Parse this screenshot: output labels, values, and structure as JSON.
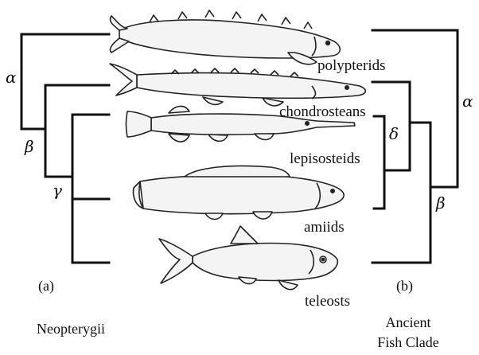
{
  "taxa": {
    "polypterids": "polypterids",
    "chondrosteans": "chondrosteans",
    "lepisosteids": "lepisosteids",
    "amiids": "amiids",
    "teleosts": "teleosts"
  },
  "tree_a": {
    "panel_label": "(a)",
    "caption": "Neopterygii",
    "nodes": {
      "alpha": "α",
      "beta": "β",
      "gamma": "γ"
    }
  },
  "tree_b": {
    "panel_label": "(b)",
    "caption_line1": "Ancient",
    "caption_line2": "Fish Clade",
    "nodes": {
      "alpha": "α",
      "beta": "β",
      "delta": "δ"
    }
  },
  "icons": [
    "polypterid-fish-icon",
    "sturgeon-fish-icon",
    "gar-fish-icon",
    "bowfin-fish-icon",
    "teleost-fish-icon"
  ],
  "colors": {
    "line": "#111111",
    "fish_fill": "#f4f4f4",
    "fish_stroke": "#222222"
  }
}
